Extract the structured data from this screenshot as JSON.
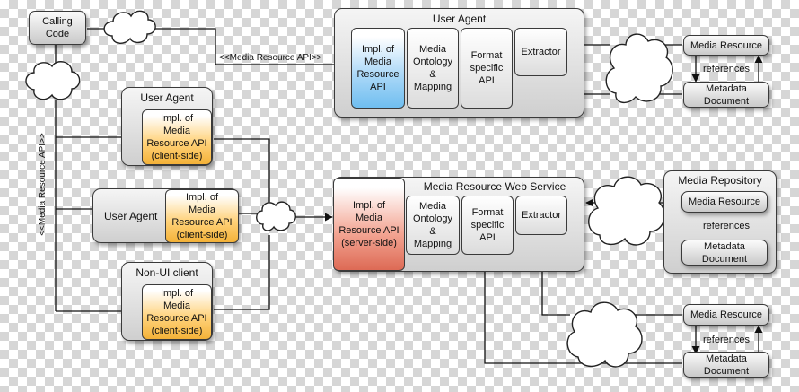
{
  "calling_code": "Calling\nCode",
  "media_resource_api_label": "<<Media Resource API>>",
  "user_agent_top": {
    "title": "User Agent",
    "impl": "Impl. of\nMedia\nResource\nAPI",
    "ontology": "Media\nOntology\n&\nMapping",
    "format": "Format\nspecific\nAPI",
    "extractor": "Extractor"
  },
  "user_agent_left": {
    "title": "User Agent",
    "impl": "Impl. of\nMedia\nResource API\n(client-side)"
  },
  "user_agent_mid": {
    "title": "User Agent",
    "impl": "Impl. of\nMedia\nResource API\n(client-side)"
  },
  "non_ui_client": {
    "title": "Non-UI client",
    "impl": "Impl. of\nMedia\nResource API\n(client-side)"
  },
  "web_service": {
    "title": "Media Resource Web Service",
    "impl": "Impl. of\nMedia\nResource API\n(server-side)",
    "ontology": "Media\nOntology\n&\nMapping",
    "format": "Format\nspecific\nAPI",
    "extractor": "Extractor"
  },
  "media_top": {
    "resource": "Media Resource",
    "references": "references",
    "metadata": "Metadata\nDocument"
  },
  "media_repository": {
    "title": "Media Repository",
    "resource": "Media Resource",
    "references": "references",
    "metadata": "Metadata\nDocument"
  },
  "media_bottom": {
    "resource": "Media Resource",
    "references": "references",
    "metadata": "Metadata\nDocument"
  }
}
